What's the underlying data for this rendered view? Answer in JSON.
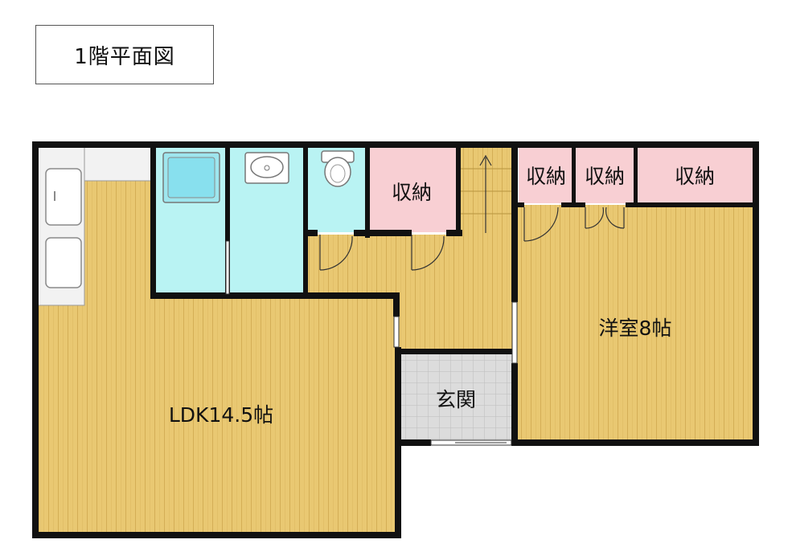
{
  "title": "1階平面図",
  "rooms": {
    "ldk": "LDK14.5帖",
    "western": "洋室8帖",
    "genkan": "玄関",
    "storage_1": "収納",
    "storage_2": "収納",
    "storage_3": "収納",
    "storage_4": "収納"
  },
  "colors": {
    "floor": "#e9c872",
    "floor_grain": "#cfa84e",
    "wet_area": "#b9f3f3",
    "storage": "#f8cfd3",
    "genkan": "#dcdcdc",
    "wall": "#111111",
    "kitchen": "#f2f2f2"
  }
}
